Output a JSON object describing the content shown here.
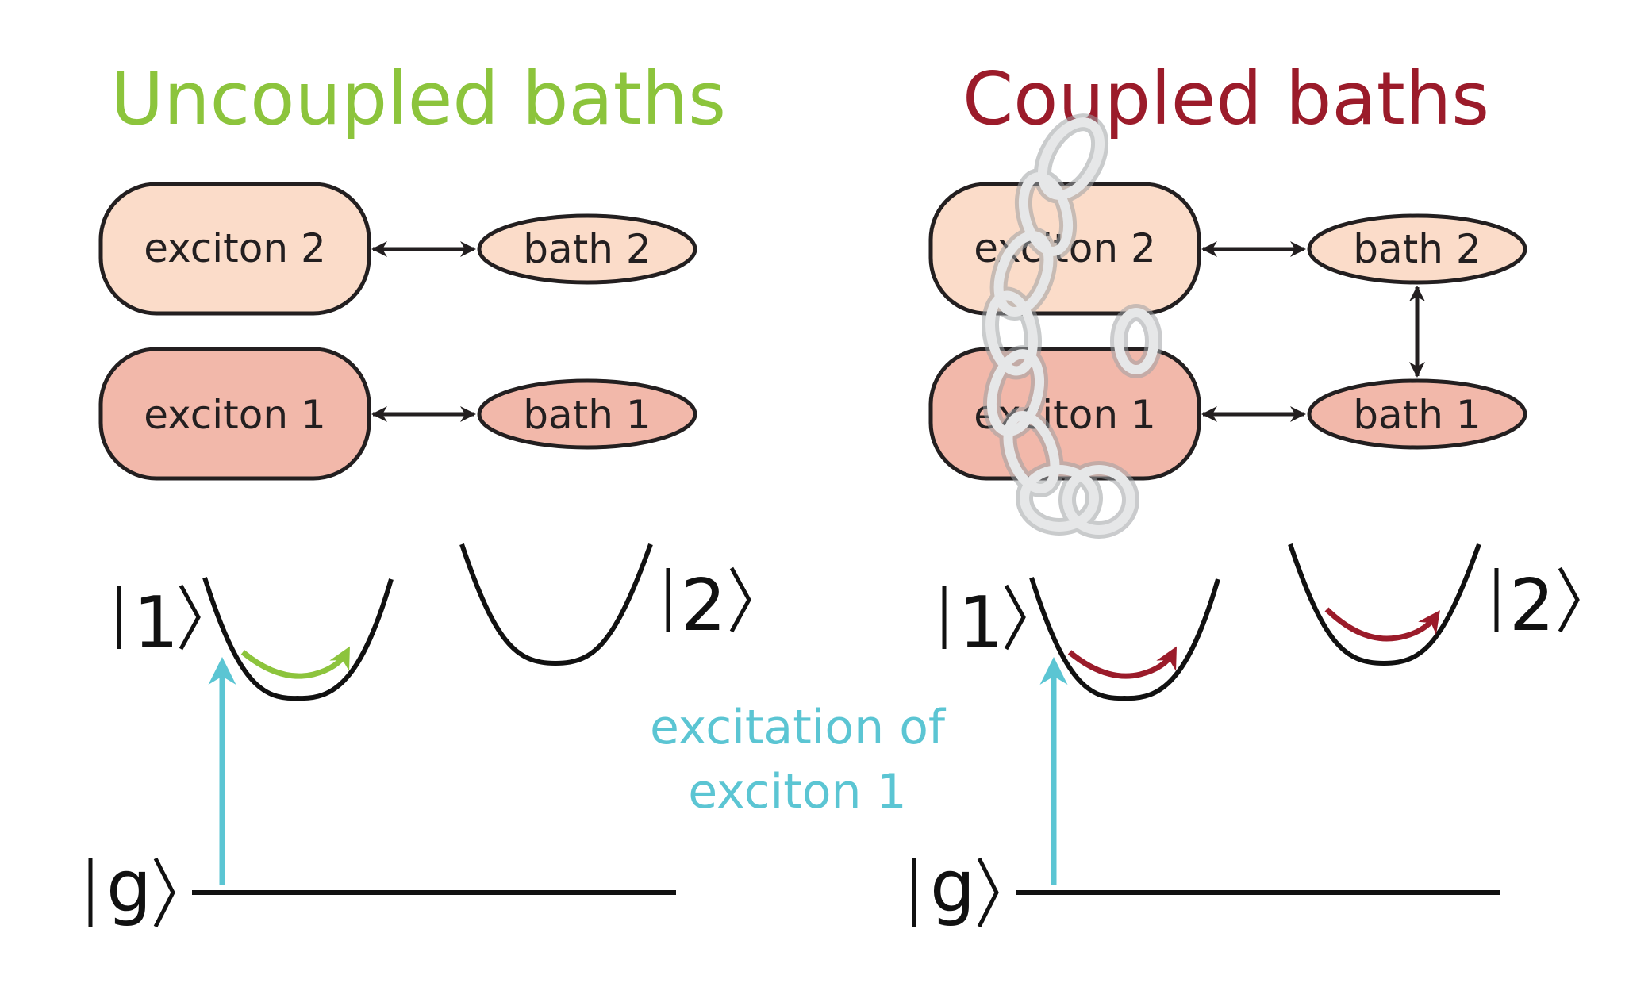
{
  "colors": {
    "uncoupled_title": "#8cc43c",
    "coupled_title": "#9b1b2a",
    "exciton2_fill": "#fbdcc9",
    "exciton1_fill": "#f2b8aa",
    "outline": "#231f20",
    "excitation": "#5bc5d3",
    "green_arrow": "#8cc43c",
    "red_arrow": "#9b1b2a",
    "chain": "#d2d4d6"
  },
  "left_panel": {
    "title": "Uncoupled baths",
    "exciton2": "exciton 2",
    "bath2": "bath 2",
    "exciton1": "exciton 1",
    "bath1": "bath 1",
    "ket1": "1",
    "ket2": "2",
    "ketg": "g"
  },
  "right_panel": {
    "title": "Coupled baths",
    "exciton2": "exciton 2",
    "bath2": "bath 2",
    "exciton1": "exciton 1",
    "bath1": "bath 1",
    "ket1": "1",
    "ket2": "2",
    "ketg": "g"
  },
  "excitation_label": {
    "line1": "excitation of",
    "line2": "exciton 1"
  }
}
